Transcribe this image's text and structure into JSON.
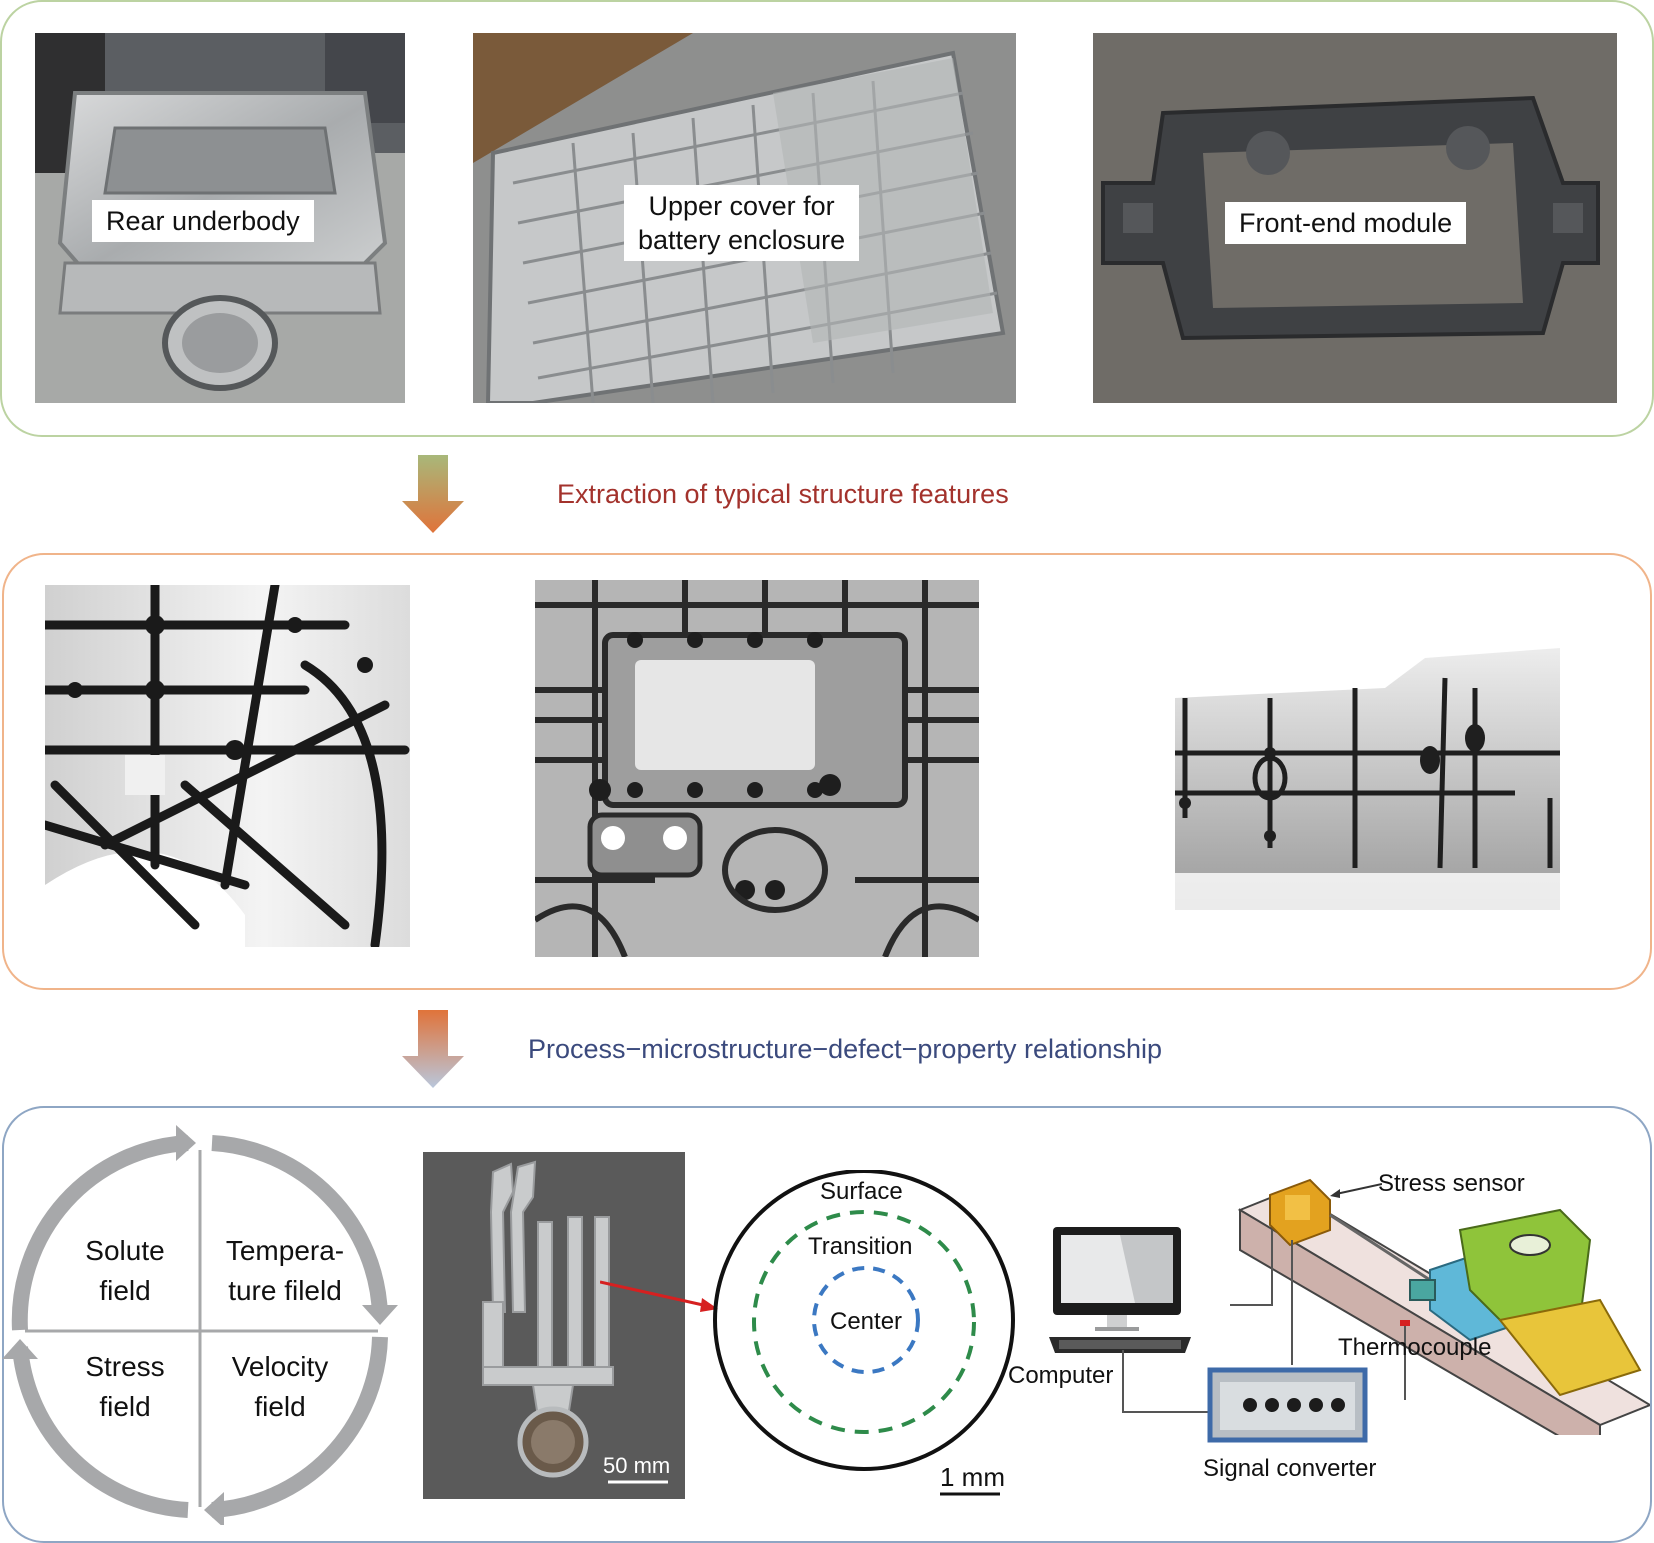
{
  "top_panel": {
    "items": [
      {
        "label": "Rear underbody"
      },
      {
        "label_line1": "Upper cover for",
        "label_line2": "battery enclosure"
      },
      {
        "label": "Front-end module"
      }
    ]
  },
  "stage1": {
    "text": "Extraction of typical structure features",
    "color": "#a3322c"
  },
  "stage2": {
    "text": "Process−microstructure−defect−property relationship",
    "color": "#3b4a7d"
  },
  "fields": {
    "solute": {
      "line1": "Solute",
      "line2": "field"
    },
    "temperature": {
      "line1": "Tempera-",
      "line2": "ture fileld"
    },
    "stress": {
      "line1": "Stress",
      "line2": "field"
    },
    "velocity": {
      "line1": "Velocity",
      "line2": "field"
    }
  },
  "casting": {
    "scale": "50 mm"
  },
  "section": {
    "surface": "Surface",
    "transition": "Transition",
    "center": "Center",
    "scale": "1 mm"
  },
  "setup": {
    "computer": "Computer",
    "stress_sensor": "Stress sensor",
    "thermocouple": "Thermocouple",
    "signal_converter": "Signal  converter"
  },
  "colors": {
    "top_border": "#bcd3a2",
    "middle_border": "#f0b48a",
    "bottom_border": "#8ea6c4",
    "arrow_top": "#a8b87a",
    "arrow_bottom": "#e0733a",
    "transition_ring": "#2e8b4a",
    "center_ring": "#3b78c2",
    "pointer": "#d62020"
  }
}
